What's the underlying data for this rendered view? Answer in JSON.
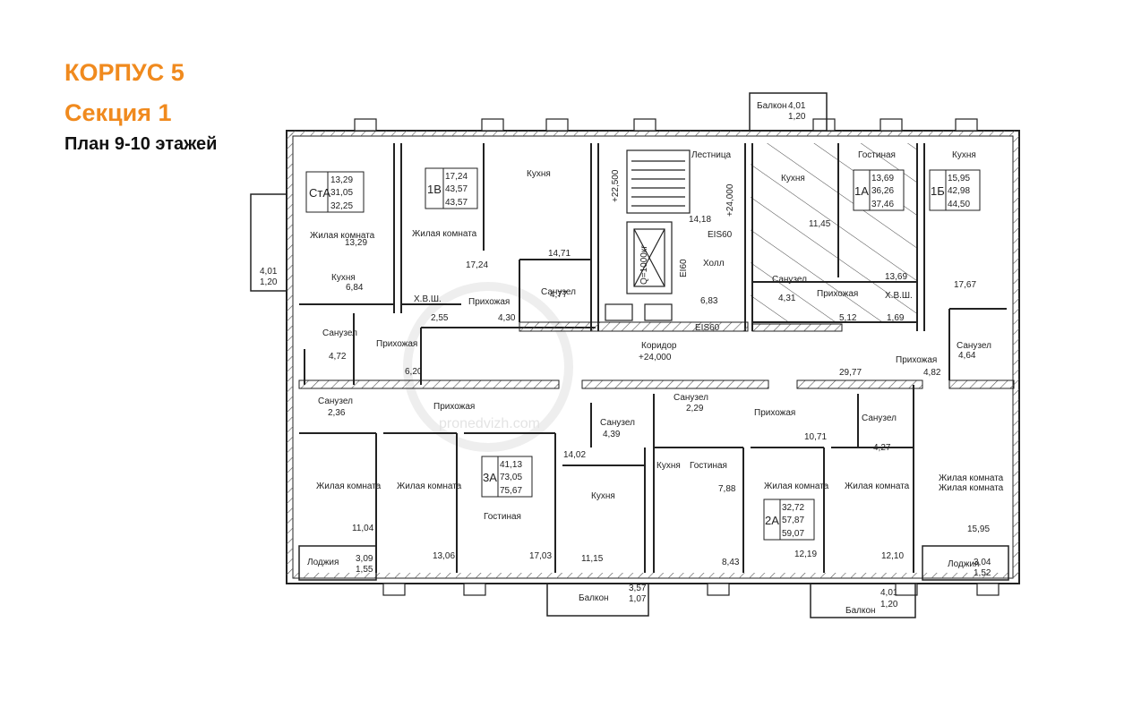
{
  "header": {
    "building": "КОРПУС 5",
    "section": "Секция 1",
    "plan": "План 9-10 этажей",
    "accent_color": "#f08a1e"
  },
  "watermark": "pronedvizh.com",
  "apartments": {
    "sta": {
      "code": "СтА",
      "a1": "13,29",
      "a2": "31,05",
      "a3": "32,25"
    },
    "1v": {
      "code": "1В",
      "a1": "17,24",
      "a2": "43,57",
      "a3": "43,57"
    },
    "1a": {
      "code": "1А",
      "a1": "13,69",
      "a2": "36,26",
      "a3": "37,46"
    },
    "1b": {
      "code": "1Б",
      "a1": "15,95",
      "a2": "42,98",
      "a3": "44,50"
    },
    "3a": {
      "code": "3А",
      "a1": "41,13",
      "a2": "73,05",
      "a3": "75,67"
    },
    "2a": {
      "code": "2А",
      "a1": "32,72",
      "a2": "57,87",
      "a3": "59,07"
    }
  },
  "room_labels": {
    "living_sta": "Жилая комната",
    "kitchen_sta": "Кухня",
    "bath_sta": "Санузел",
    "hall_sta": "Прихожая",
    "living_1v": "Жилая комната",
    "kitchen_1v": "Кухня",
    "storage_1v": "Х.В.Ш.",
    "hall_1v": "Прихожая",
    "bath_1v": "Санузел",
    "stair": "Лестница",
    "hall": "Холл",
    "corridor": "Коридор",
    "kitchen_1a": "Кухня",
    "living_1a": "Гостиная",
    "bath_1a": "Санузел",
    "hall_1a": "Прихожая",
    "storage_1a": "Х.В.Ш.",
    "kitchen_1b": "Кухня",
    "hall_1b": "Прихожая",
    "bath_1b": "Санузел",
    "living_1b": "Жилая комната",
    "bath_3a": "Санузел",
    "hall_3a": "Прихожая",
    "living_3a_1": "Жилая комната",
    "living_3a_2": "Жилая комната",
    "living_3a_3": "Гостиная",
    "kitchen_3a": "Кухня",
    "bath_3a_2": "Санузел",
    "bath_2a": "Санузел",
    "hall_2a": "Прихожая",
    "kitchen_2a": "Кухня",
    "guest_2a": "Гостиная",
    "living_2a_1": "Жилая комната",
    "living_2a_2": "Жилая комната",
    "bath_2a_2": "Санузел",
    "living_2a_3": "Жилая комната",
    "loggia_l": "Лоджия",
    "loggia_r": "Лоджия",
    "balcony_top": "Балкон",
    "balcony_b1": "Балкон",
    "balcony_b2": "Балкон"
  },
  "areas": {
    "a_sta_living": "13,29",
    "a_sta_kitchen": "6,84",
    "a_sta_bath": "4,72",
    "a_sta_hall": "6,20",
    "a_1v_living": "17,24",
    "a_1v_kitchen": "14,71",
    "a_1v_storage": "2,55",
    "a_1v_hall": "4,30",
    "a_1v_bath": "4,77",
    "a_stair": "14,18",
    "a_hall": "6,83",
    "a_1a_kitchen": "11,45",
    "a_1a_living": "13,69",
    "a_1a_bath": "4,31",
    "a_1a_hall": "5,12",
    "a_1a_storage": "1,69",
    "a_1b_kitchen": "17,67",
    "a_1b_bath": "4,64",
    "a_1b_hall": "4,82",
    "a_corridor": "29,77",
    "a_3a_bath": "2,36",
    "a_3a_bath2": "4,39",
    "a_3a_kitchen": "14,02",
    "a_3a_r1": "11,04",
    "a_3a_r2": "13,06",
    "a_3a_r3": "17,03",
    "a_3a_r4": "11,15",
    "a_2a_bath": "2,29",
    "a_2a_hall": "10,71",
    "a_2a_bath2": "4,27",
    "a_2a_kitchen": "7,88",
    "a_2a_r1": "8,43",
    "a_2a_r2": "12,19",
    "a_2a_r3": "12,10",
    "a_1b_living": "15,95",
    "a_loggia_l1": "3,09",
    "a_loggia_l2": "1,55",
    "a_loggia_r1": "3,04",
    "a_loggia_r2": "1,52",
    "a_balc_top1": "4,01",
    "a_balc_top2": "1,20",
    "a_balc_left1": "4,01",
    "a_balc_left2": "1,20",
    "a_balc_b1_1": "3,57",
    "a_balc_b1_2": "1,07",
    "a_balc_b2_1": "4,01",
    "a_balc_b2_2": "1,20"
  },
  "marks": {
    "elev_stair": "+22,500",
    "elev_stair2": "+24,000",
    "elev_corridor": "+24,000",
    "fire_1": "EIS60",
    "fire_2": "EIS60",
    "lift": "Q=1000кг",
    "fire_3": "EI60"
  }
}
